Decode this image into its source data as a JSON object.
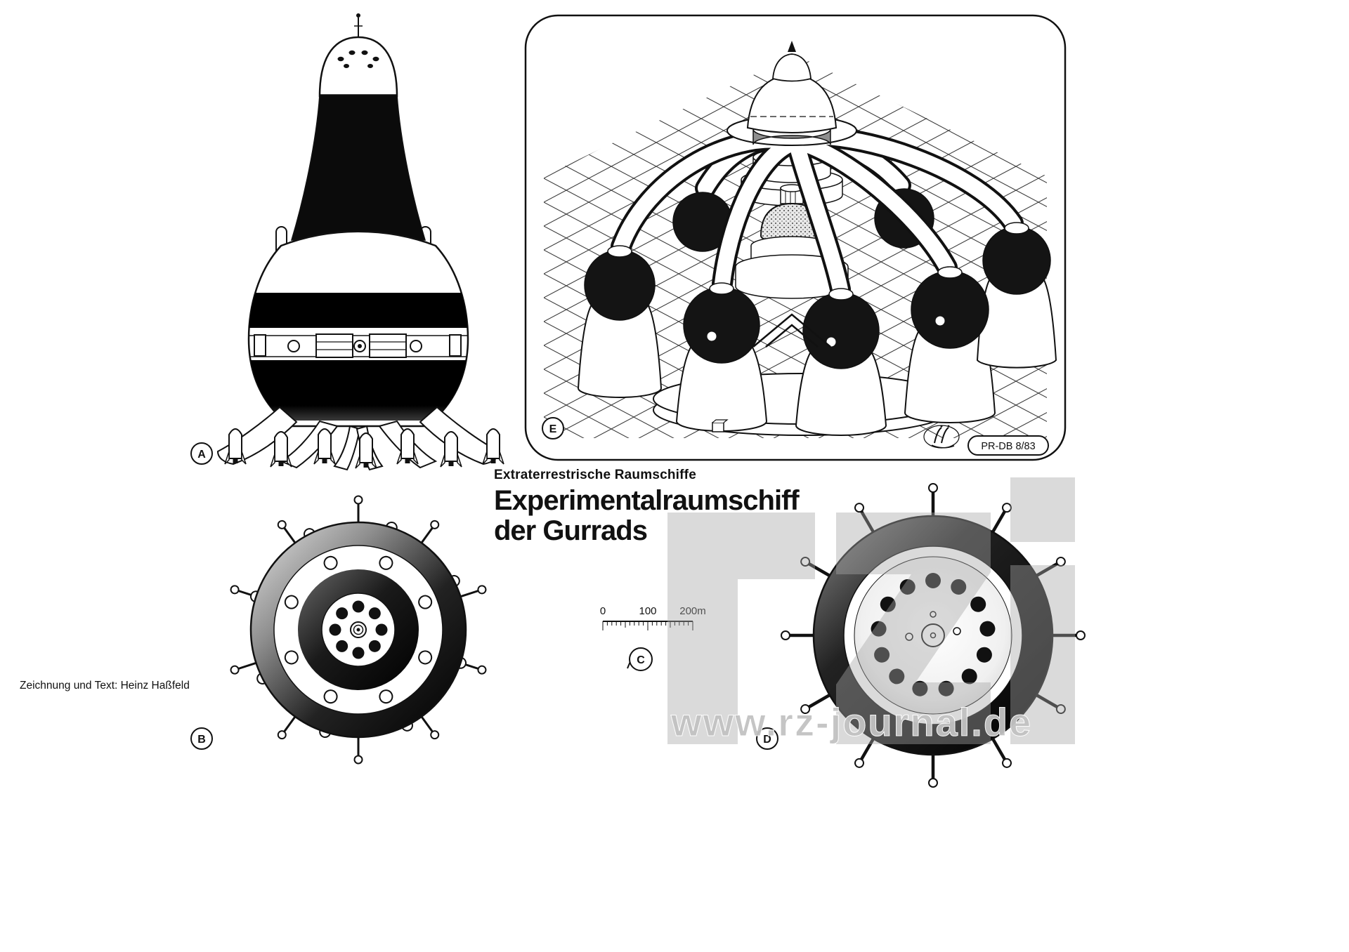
{
  "title": {
    "kicker": "Extraterrestrische Raumschiffe",
    "line1": "Experimentalraumschiff",
    "line2": "der Gurrads"
  },
  "credit": "Zeichnung und Text: Heinz Haßfeld",
  "panel_labels": {
    "a": "A",
    "b": "B",
    "c": "C",
    "d": "D",
    "e": "E"
  },
  "stamp": "PR-DB  8/83",
  "scalebar": {
    "t0": "0",
    "t1": "100",
    "t2": "200m"
  },
  "watermark": {
    "logo": "rz",
    "url": "www.rz-journal.de"
  },
  "colors": {
    "ink": "#111111",
    "watermark_gray": "#c2c2c2"
  }
}
